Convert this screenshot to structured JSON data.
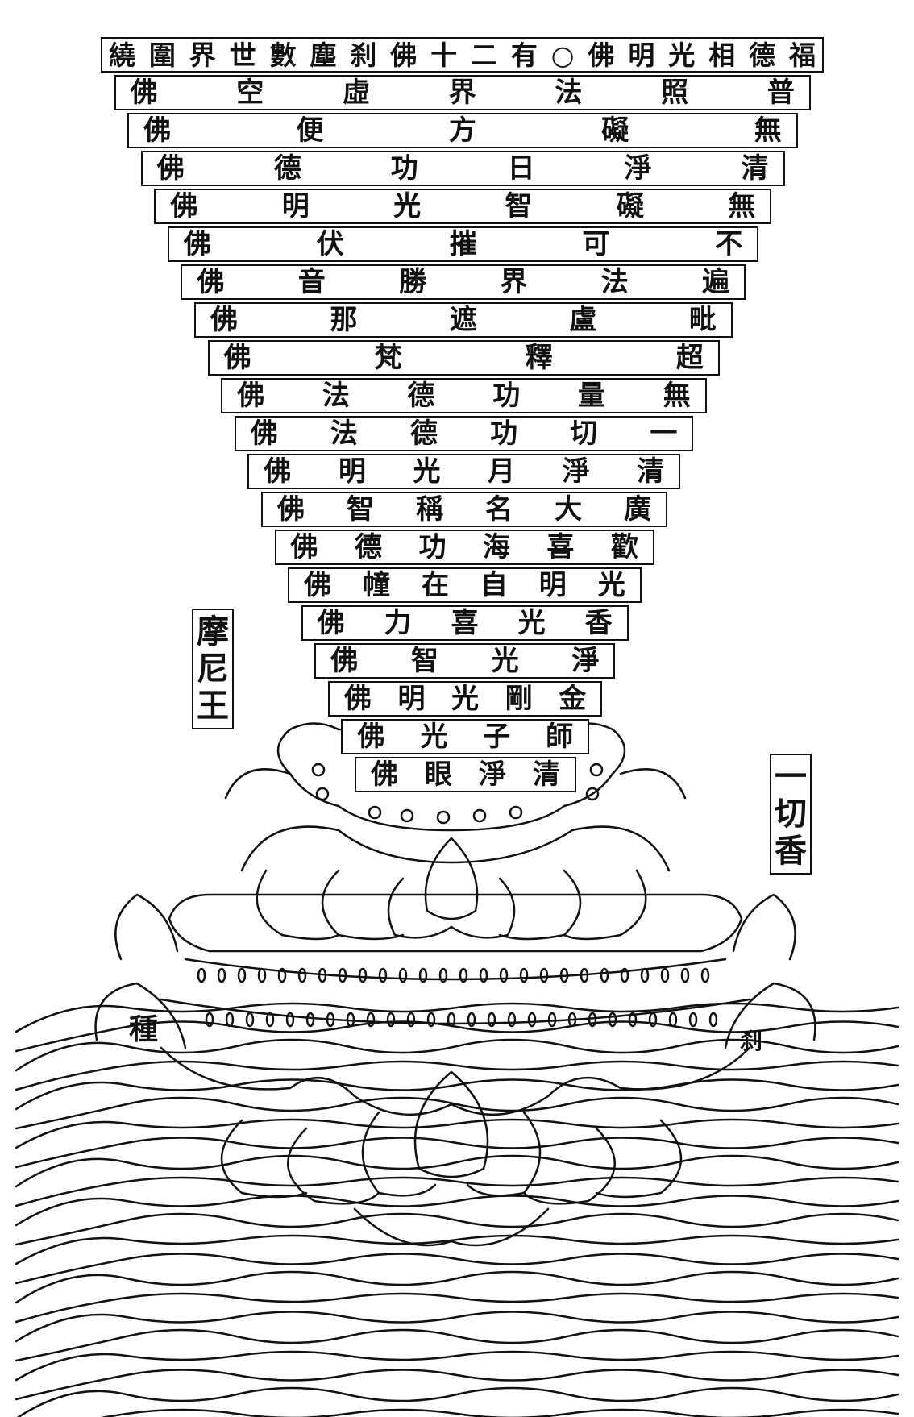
{
  "tower_rows": [
    {
      "chars": [
        "福",
        "德",
        "相",
        "光",
        "明",
        "佛",
        "○",
        "有",
        "二",
        "十",
        "佛",
        "刹",
        "塵",
        "數",
        "世",
        "界",
        "圍",
        "繞"
      ]
    },
    {
      "chars": [
        "普",
        "照",
        "法",
        "界",
        "虛",
        "空",
        "佛"
      ]
    },
    {
      "chars": [
        "無",
        "礙",
        "方",
        "便",
        "佛"
      ]
    },
    {
      "chars": [
        "清",
        "淨",
        "日",
        "功",
        "德",
        "佛"
      ]
    },
    {
      "chars": [
        "無",
        "礙",
        "智",
        "光",
        "明",
        "佛"
      ]
    },
    {
      "chars": [
        "不",
        "可",
        "摧",
        "伏",
        "佛"
      ]
    },
    {
      "chars": [
        "遍",
        "法",
        "界",
        "勝",
        "音",
        "佛"
      ]
    },
    {
      "chars": [
        "毗",
        "盧",
        "遮",
        "那",
        "佛"
      ]
    },
    {
      "chars": [
        "超",
        "釋",
        "梵",
        "佛"
      ]
    },
    {
      "chars": [
        "無",
        "量",
        "功",
        "德",
        "法",
        "佛"
      ]
    },
    {
      "chars": [
        "一",
        "切",
        "功",
        "德",
        "法",
        "佛"
      ]
    },
    {
      "chars": [
        "清",
        "淨",
        "月",
        "光",
        "明",
        "佛"
      ]
    },
    {
      "chars": [
        "廣",
        "大",
        "名",
        "稱",
        "智",
        "佛"
      ]
    },
    {
      "chars": [
        "歡",
        "喜",
        "海",
        "功",
        "德",
        "佛"
      ]
    },
    {
      "chars": [
        "光",
        "明",
        "自",
        "在",
        "幢",
        "佛"
      ]
    },
    {
      "chars": [
        "香",
        "光",
        "喜",
        "力",
        "佛"
      ]
    },
    {
      "chars": [
        "淨",
        "光",
        "智",
        "佛"
      ]
    },
    {
      "chars": [
        "金",
        "剛",
        "光",
        "明",
        "佛"
      ]
    },
    {
      "chars": [
        "師",
        "子",
        "光",
        "佛"
      ]
    },
    {
      "chars": [
        "清",
        "淨",
        "眼",
        "佛"
      ]
    }
  ],
  "left_label": {
    "chars": [
      "摩",
      "尼",
      "王"
    ]
  },
  "right_label": {
    "chars": [
      "一",
      "切",
      "香"
    ]
  },
  "base_left": "種",
  "base_right": "刹",
  "colors": {
    "ink": "#111111",
    "paper": "#ffffff"
  }
}
